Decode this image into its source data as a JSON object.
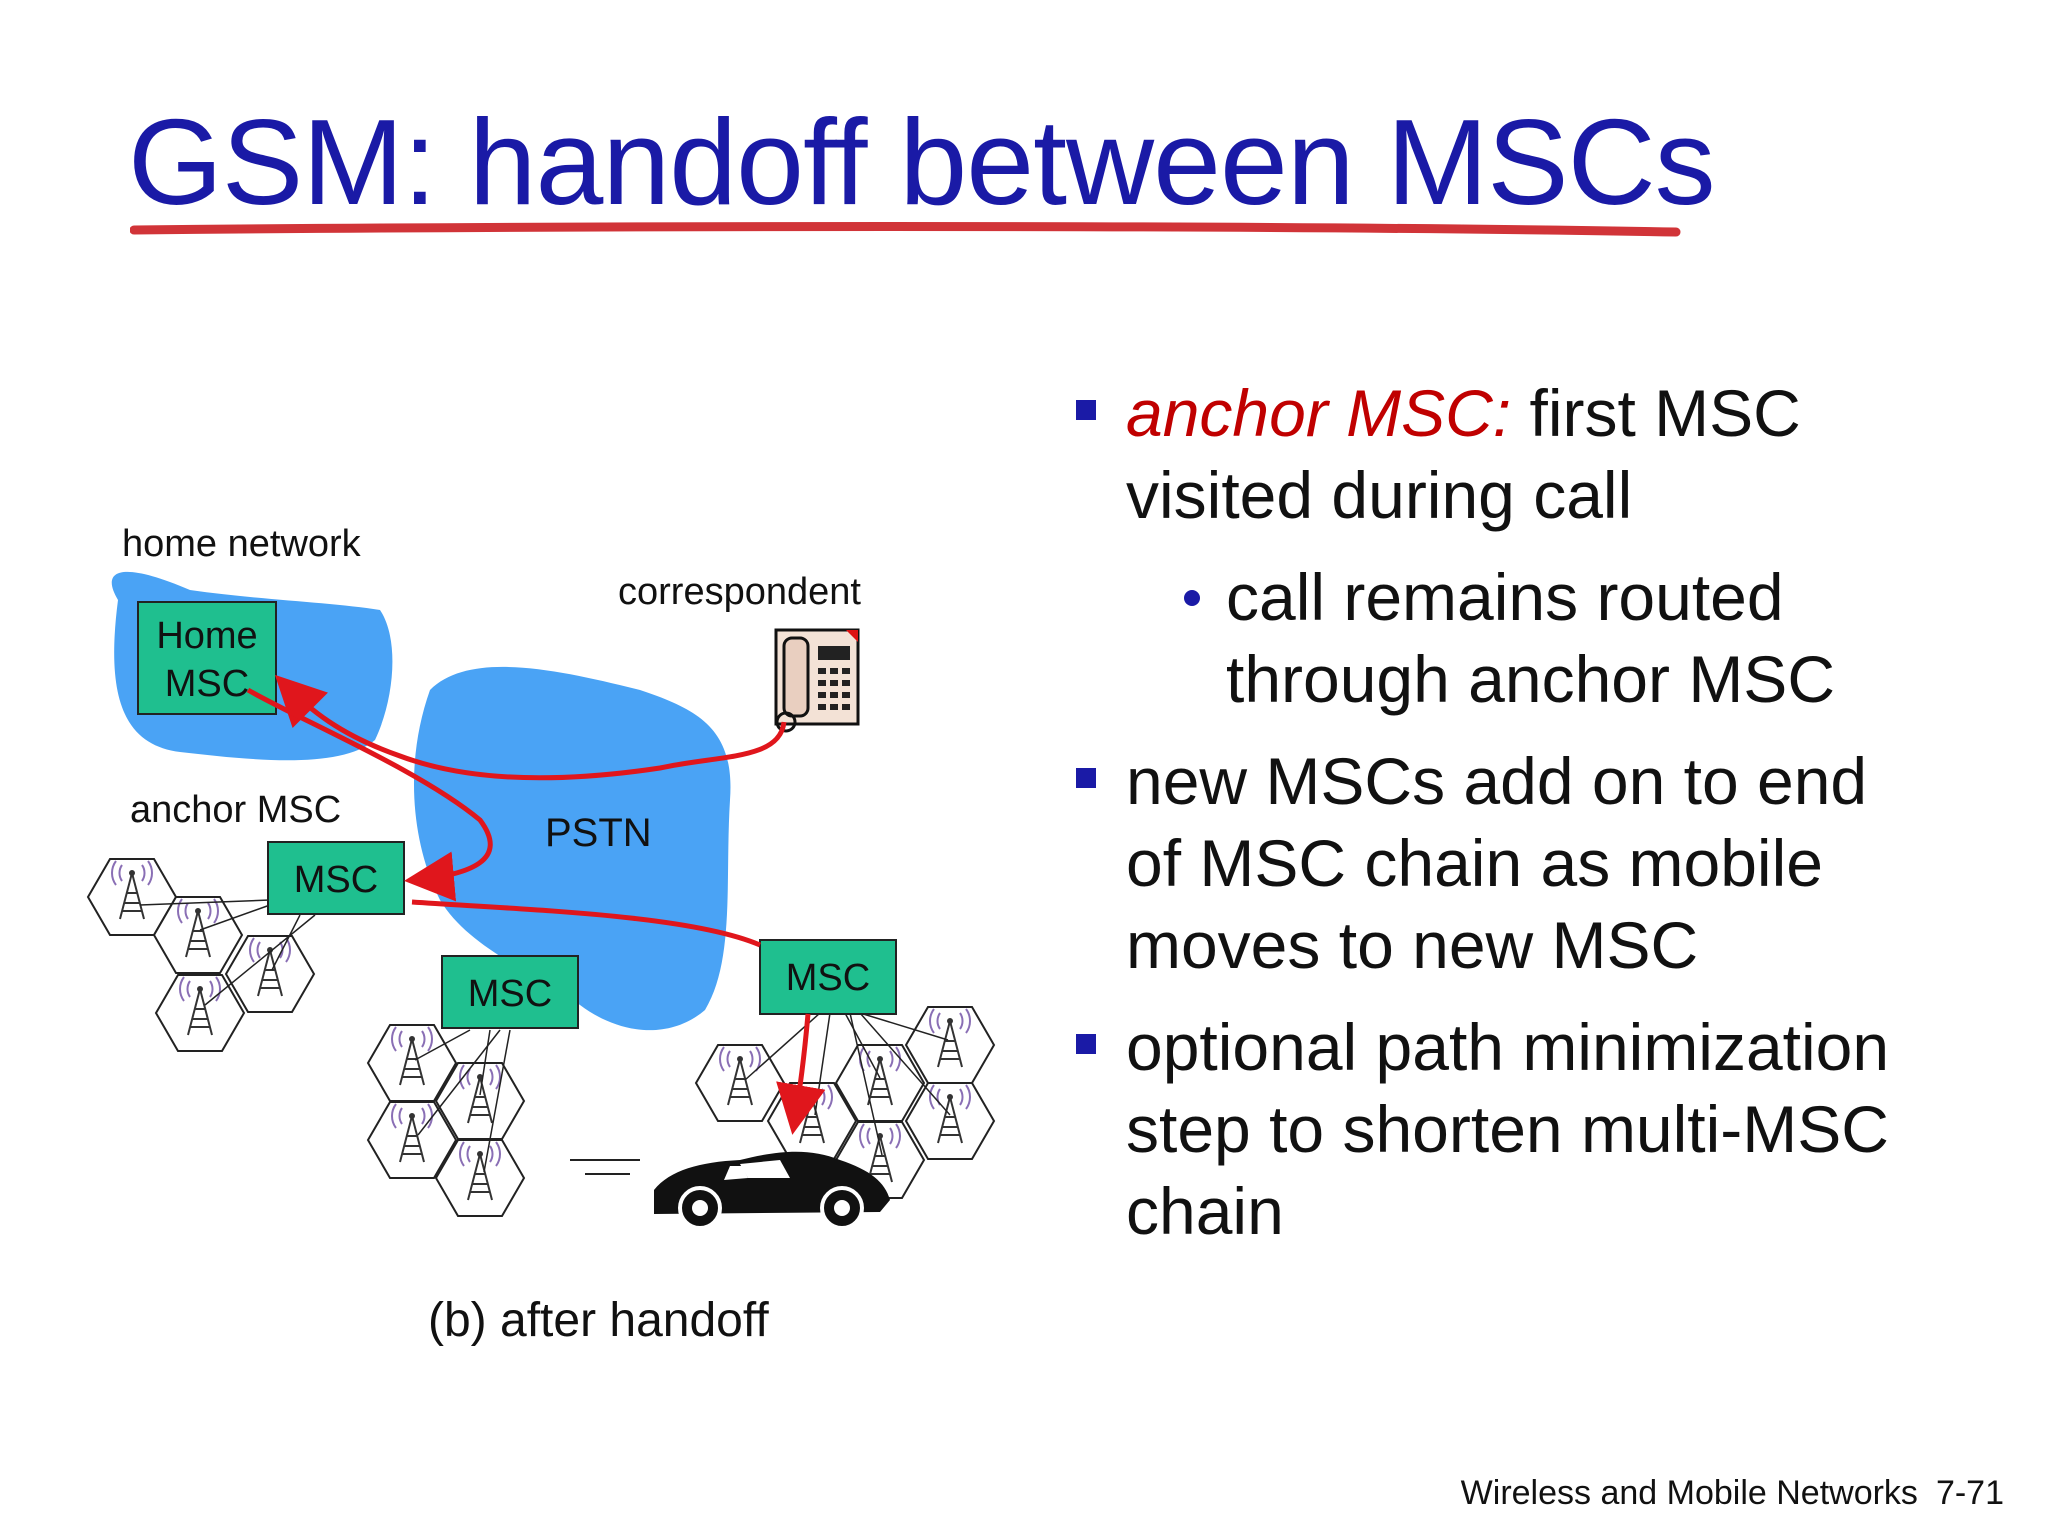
{
  "title": "GSM: handoff between MSCs",
  "colors": {
    "title": "#1a1aa6",
    "underline": "#d13438",
    "network_cloud": "#4aa3f5",
    "msc_box": "#1fbf8f",
    "arrow": "#e0161c",
    "term": "#c00000"
  },
  "diagram": {
    "home_network_label": "home network",
    "home_msc_line1": "Home",
    "home_msc_line2": "MSC",
    "correspondent_label": "correspondent",
    "pstn_label": "PSTN",
    "anchor_msc_label": "anchor MSC",
    "msc_label": "MSC",
    "caption": "(b) after handoff",
    "icons": [
      "telephone-icon",
      "cell-tower-icon",
      "car-icon"
    ]
  },
  "bullets": [
    {
      "term": "anchor MSC:",
      "line1": " first MSC",
      "line2": "visited during call",
      "sub": {
        "line1": "call remains routed",
        "line2": "through anchor MSC"
      }
    },
    {
      "line1": "new MSCs add on to end",
      "line2": "of MSC chain as mobile",
      "line3": "moves to new MSC"
    },
    {
      "line1": "optional path minimization",
      "line2": "step to shorten multi-MSC",
      "line3": "chain"
    }
  ],
  "footer": {
    "text": "Wireless and Mobile Networks",
    "page": "7-71"
  }
}
